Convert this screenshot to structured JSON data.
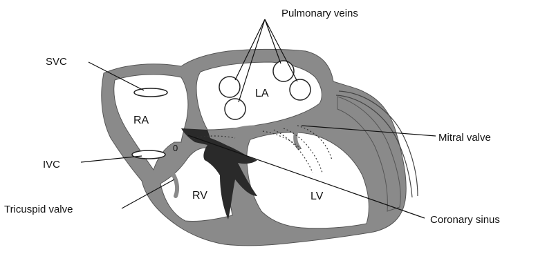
{
  "labels": {
    "pulmonary_veins": "Pulmonary veins",
    "svc": "SVC",
    "ivc": "IVC",
    "tricuspid_valve": "Tricuspid valve",
    "mitral_valve": "Mitral valve",
    "coronary_sinus": "Coronary sinus"
  },
  "chambers": {
    "ra": "RA",
    "la": "LA",
    "rv": "RV",
    "lv": "LV"
  },
  "marker": "0",
  "colors": {
    "wall": "#8a8a8a",
    "dark": "#2a2a2a",
    "outline": "#1a1a1a",
    "background": "#ffffff"
  }
}
